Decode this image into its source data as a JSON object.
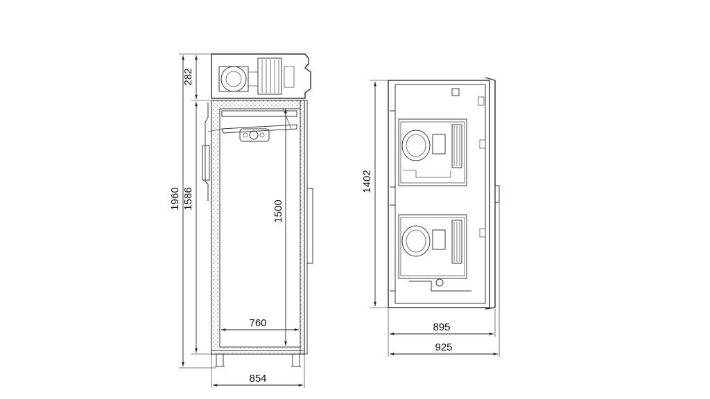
{
  "front_view": {
    "dimensions": {
      "total_height": "1960",
      "body_height": "1586",
      "top_unit_height": "282",
      "inner_height": "1500",
      "inner_width": "760",
      "total_width": "854"
    }
  },
  "side_view": {
    "dimensions": {
      "height": "1402",
      "depth": "895",
      "depth_total": "925"
    }
  }
}
